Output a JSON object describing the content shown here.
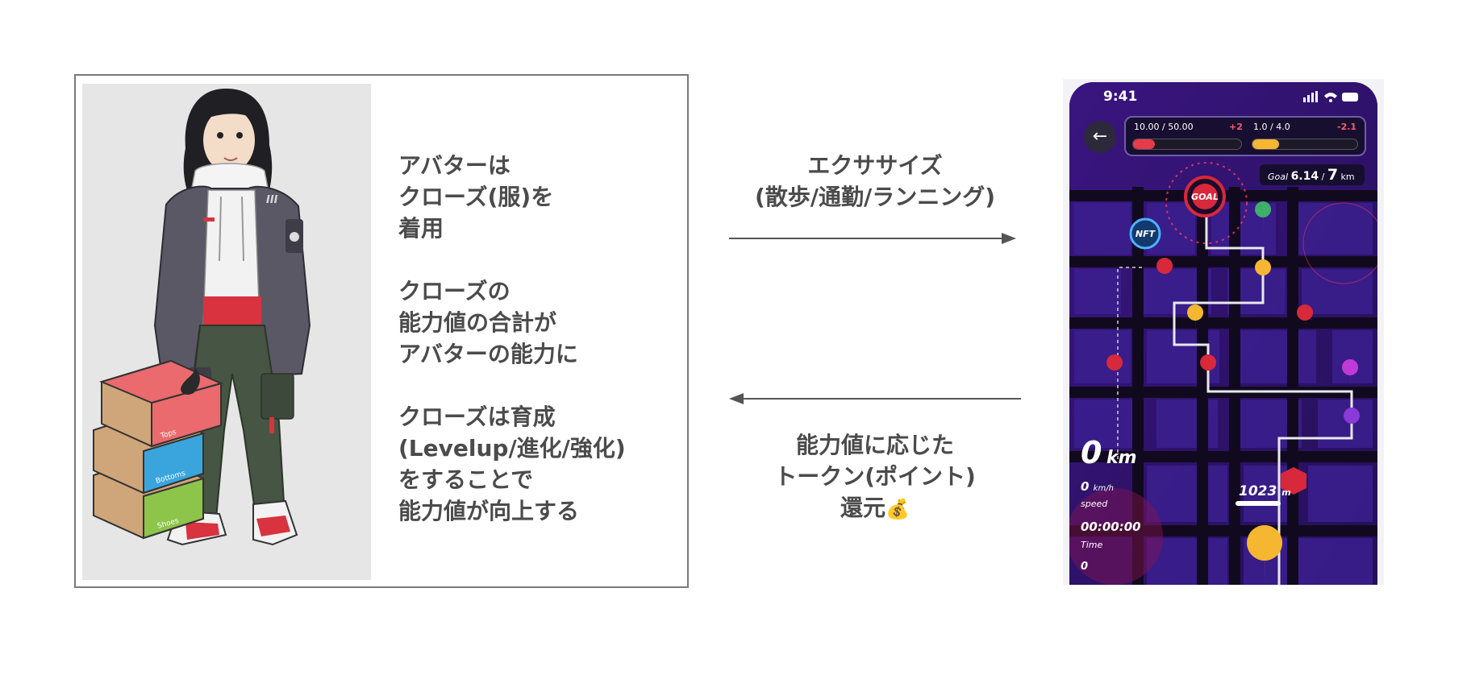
{
  "left_panel": {
    "blocks": [
      [
        "アバターは",
        "クローズ(服)を",
        "着用"
      ],
      [
        "クローズの",
        "能力値の合計が",
        "アバターの能力に"
      ],
      [
        "クローズは育成",
        "(Levelup/進化/強化)",
        "をすることで",
        "能力値が向上する"
      ]
    ],
    "box_labels": [
      "Tops",
      "Bottoms",
      "Shoes"
    ],
    "jacket_mark": "III"
  },
  "flow": {
    "exercise_lines": [
      "エクササイズ",
      "(散歩/通勤/ランニング)"
    ],
    "reward_lines": [
      "能力値に応じた",
      "トークン(ポイント)"
    ],
    "reward_last": "還元",
    "reward_icon": "money-bag-icon",
    "reward_icon_glyph": "💰"
  },
  "phone": {
    "status_time": "9:41",
    "back_glyph": "←",
    "stat_energy": "10.00 / 50.00",
    "stat_energy_delta": "+2",
    "stat_energy_level": 0.2,
    "stat_power": "1.0 / 4.0",
    "stat_power_delta": "-2.1",
    "stat_power_level": 0.25,
    "goal_label": "Goal",
    "goal_current": "6.14",
    "goal_sep": " / ",
    "goal_total": "7",
    "goal_unit": "km",
    "goal_marker": "GOAL",
    "nft_marker": "NFT",
    "distance_value": "0",
    "distance_unit": "km",
    "speed_value": "0",
    "speed_unit": "km/h",
    "speed_label": "speed",
    "time_value": "00:00:00",
    "time_label": "Time",
    "bottom_value": "0",
    "remaining_value": "1023",
    "remaining_unit": "m",
    "colors": {
      "screen": "#2b0d5e",
      "energy_bar": "#e83a4a",
      "power_bar": "#f5b731",
      "goal": "#d8283c"
    }
  }
}
